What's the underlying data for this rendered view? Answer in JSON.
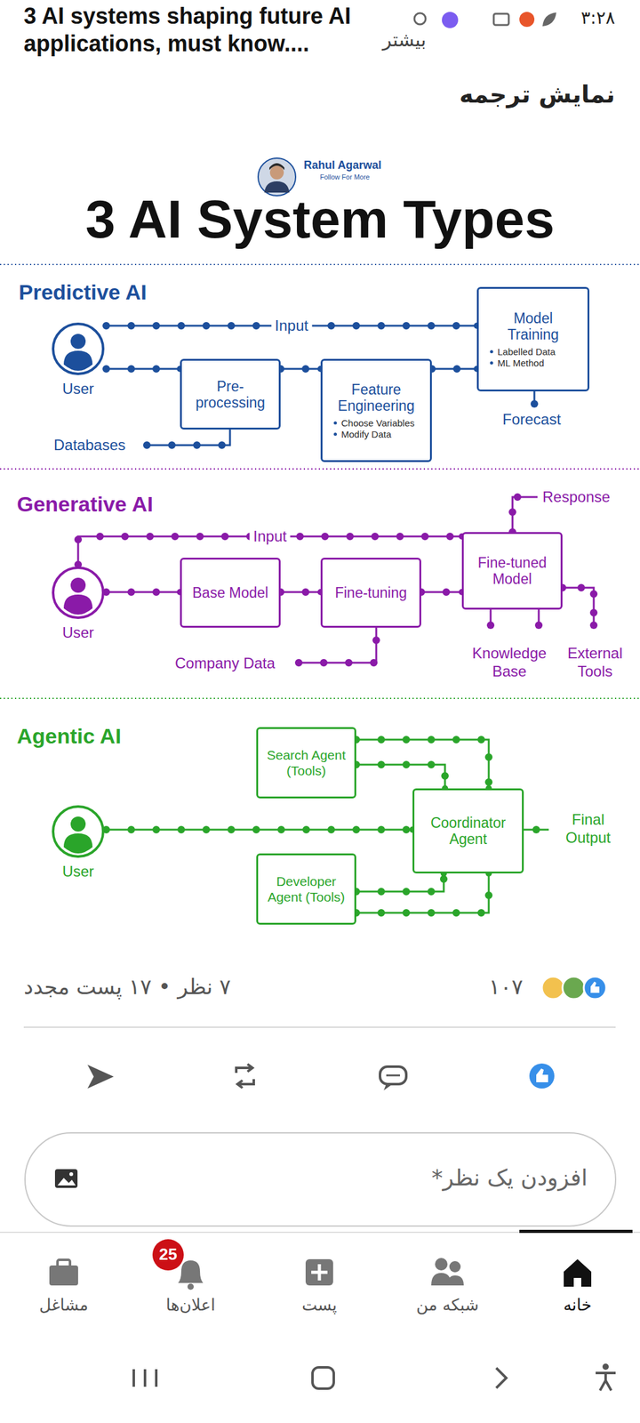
{
  "diagram": {
    "title": "3 AI System Types",
    "nodes": [
      {
        "text": [
          "User"
        ]
      },
      {
        "text": [
          "Pre- processing"
        ]
      },
      {
        "text": [
          "Feature Engineering",
          "Choose Variables",
          "Modify Data"
        ]
      },
      {
        "text": [
          "Model Training",
          "Labelled Data",
          "ML Method"
        ]
      },
      {
        "text": [
          "User"
        ]
      },
      {
        "text": [
          "Base Model"
        ]
      },
      {
        "text": [
          "Fine-tuning"
        ]
      },
      {
        "text": [
          "Fine-tuned Model"
        ]
      },
      {
        "text": [
          "User"
        ]
      },
      {
        "text": [
          "Search Agent (Tools)"
        ]
      },
      {
        "text": [
          "Coordinator Agent"
        ]
      },
      {
        "text": [
          "Developer Agent (Tools)"
        ]
      }
    ],
    "edges": [
      {
        "from": 0,
        "to": 3,
        "label": "Input",
        "arrow": "none"
      },
      {
        "from": 0,
        "to": 1,
        "arrow": "none"
      },
      {
        "from": 1,
        "to": 2,
        "arrow": "none"
      },
      {
        "from": 2,
        "to": 3,
        "arrow": "none"
      },
      {
        "from": 4,
        "to": 7,
        "label": "Input",
        "arrow": "none"
      },
      {
        "from": 4,
        "to": 5,
        "arrow": "none"
      },
      {
        "from": 5,
        "to": 6,
        "arrow": "none"
      },
      {
        "from": 6,
        "to": 7,
        "arrow": "none"
      },
      {
        "from": 8,
        "to": 10,
        "arrow": "none"
      },
      {
        "from": 9,
        "to": 10,
        "arrow": "none"
      },
      {
        "from": 9,
        "to": 10,
        "arrow": "none"
      },
      {
        "from": 11,
        "to": 10,
        "arrow": "none"
      },
      {
        "from": 11,
        "to": 10,
        "arrow": "none"
      }
    ],
    "labels": [
      "3 AI systems shaping future AI applications, must know....",
      "بیشتر",
      "۳:۲۸",
      "نمایش ترجمه",
      "Rahul Agarwal",
      "Follow For More",
      "Predictive AI",
      "Databases",
      "Forecast",
      "Generative AI",
      "Response",
      "Company Data",
      "Knowledge Base",
      "External Tools",
      "Agentic AI",
      "Final Output",
      "۱۰۷",
      "۷ نظر • ۱۷ پست مجدد",
      "افزودن یک نظر*",
      "25",
      "خانه",
      "شبکه من",
      "پست",
      "اعلان‌ها",
      "مشاغل"
    ]
  }
}
